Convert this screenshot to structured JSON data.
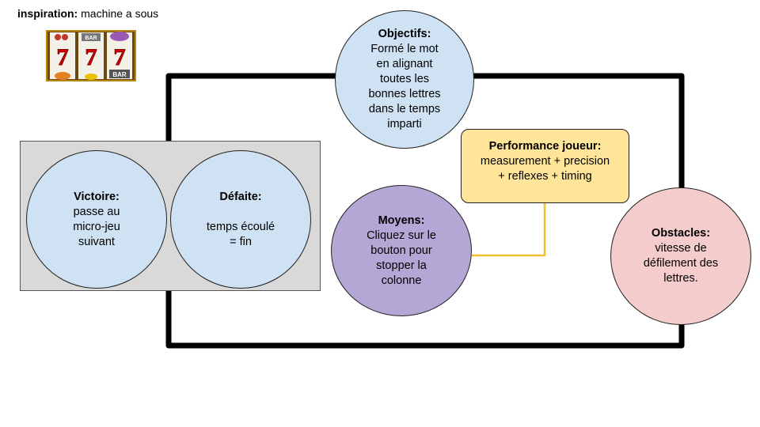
{
  "inspiration": {
    "label": "inspiration:",
    "value": "machine a sous"
  },
  "slot_machine": {
    "reel_symbols": [
      "7",
      "7",
      "7"
    ],
    "bar_top": "BAR",
    "bar_bottom": "BAR"
  },
  "objectifs": {
    "title": "Objectifs:",
    "lines": [
      "Formé le mot",
      "en alignant",
      "toutes les",
      "bonnes lettres",
      "dans le temps",
      "imparti"
    ]
  },
  "performance": {
    "title": "Performance joueur:",
    "lines": [
      "measurement + precision",
      "+ reflexes + timing"
    ]
  },
  "victoire": {
    "title": "Victoire:",
    "lines": [
      "passe au",
      "micro-jeu",
      "suivant"
    ]
  },
  "defaite": {
    "title": "Défaite:",
    "lines": [
      "temps écoulé",
      "= fin"
    ]
  },
  "moyens": {
    "title": "Moyens:",
    "lines": [
      "Cliquez sur le",
      "bouton pour",
      "stopper la",
      "colonne"
    ]
  },
  "obstacles": {
    "title": "Obstacles:",
    "lines": [
      "vitesse de",
      "défilement des",
      "lettres."
    ]
  },
  "colors": {
    "loop": "#000000",
    "connector": "#f1c232",
    "objectifs": "#cfe2f3",
    "victoire": "#cfe2f3",
    "defaite": "#cfe2f3",
    "moyens": "#b4a7d6",
    "obstacles": "#f4cccc",
    "performance": "#ffe599",
    "group_box": "#d9d9d9"
  }
}
